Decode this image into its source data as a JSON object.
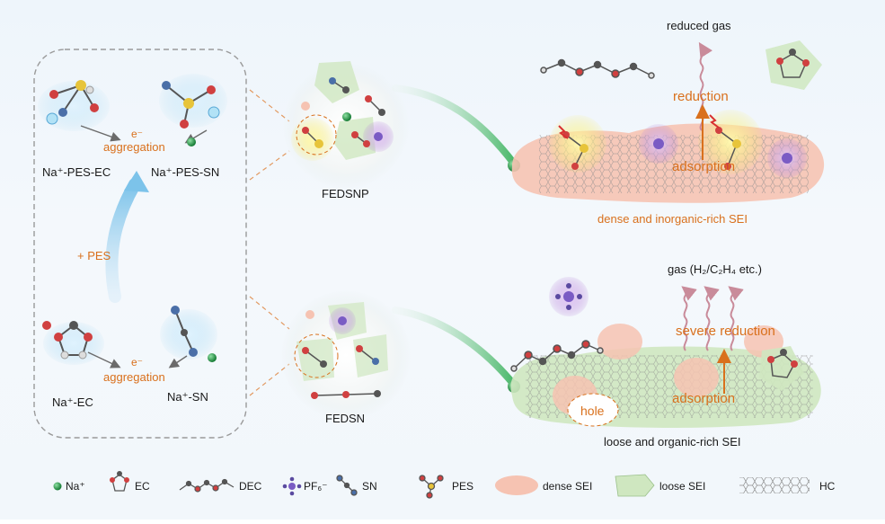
{
  "panel_left": {
    "top_left_label": "Na⁺-PES-EC",
    "top_right_label": "Na⁺-PES-SN",
    "top_electron": "e⁻",
    "top_aggregation": "aggregation",
    "pes_arrow_label": "+ PES",
    "bottom_left_label": "Na⁺-EC",
    "bottom_right_label": "Na⁺-SN",
    "bottom_electron": "e⁻",
    "bottom_aggregation": "aggregation"
  },
  "clusters": {
    "top_label": "FEDSNP",
    "bottom_label": "FEDSN"
  },
  "right_top": {
    "gas_label": "reduced gas",
    "reduction_label": "reduction",
    "adsorption_label": "adsorption",
    "sei_label": "dense and inorganic-rich SEI"
  },
  "right_bottom": {
    "gas_label": "gas (H₂/C₂H₄ etc.)",
    "severe_label": "severe reduction",
    "adsorption_label": "adsorption",
    "hole_label": "hole",
    "sei_label": "loose and organic-rich SEI"
  },
  "legend": [
    {
      "key": "na",
      "label": "Na⁺"
    },
    {
      "key": "ec",
      "label": "EC"
    },
    {
      "key": "dec",
      "label": "DEC"
    },
    {
      "key": "pf6",
      "label": "PF₆⁻"
    },
    {
      "key": "sn",
      "label": "SN"
    },
    {
      "key": "pes",
      "label": "PES"
    },
    {
      "key": "dense",
      "label": "dense SEI"
    },
    {
      "key": "loose",
      "label": "loose SEI"
    },
    {
      "key": "hc",
      "label": "HC"
    }
  ],
  "colors": {
    "orange": "#d9701c",
    "na_green": "#1f8a3c",
    "dense_sei": "#f6c3b2",
    "loose_sei": "#cfe7c0",
    "yellow_glow": "#f7ea6a",
    "purple_glow": "#b583d8",
    "blue_glow": "#8fd0f2",
    "gas_arrow": "#c98b9a"
  }
}
